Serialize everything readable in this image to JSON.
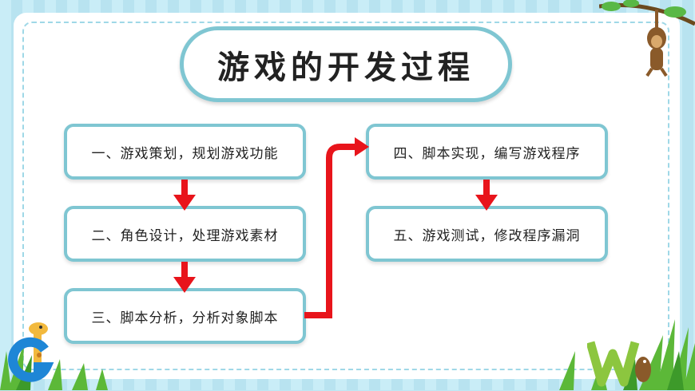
{
  "title": "游戏的开发过程",
  "steps": [
    "一、游戏策划，规划游戏功能",
    "二、角色设计，处理游戏素材",
    "三、脚本分析，分析对象脚本",
    "四、脚本实现，编写游戏程序",
    "五、游戏测试，修改程序漏洞"
  ],
  "colors": {
    "box_border": "#7fc6d2",
    "arrow": "#e8141b",
    "background": "#bfe7f3"
  },
  "decorations": [
    "monkey-icon",
    "giraffe-icon",
    "letter-g-icon",
    "letter-w-icon",
    "grass-icon"
  ]
}
